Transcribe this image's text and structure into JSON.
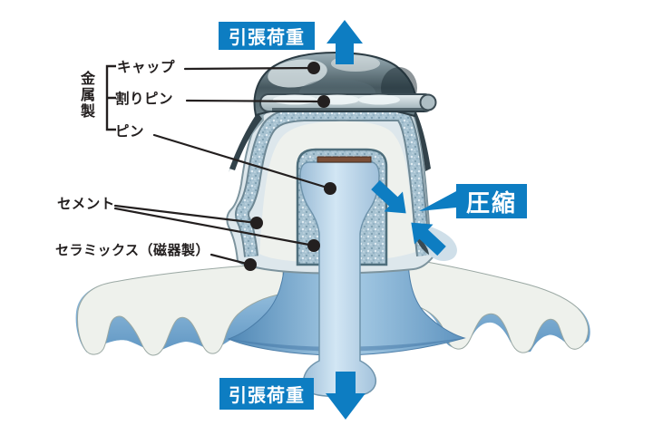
{
  "diagram": {
    "part_labels": {
      "metal_group": "金属製",
      "cap": "キャップ",
      "split_pin": "割りピン",
      "pin": "ピン",
      "cement": "セメント",
      "ceramics": "セラミックス（磁器製）"
    },
    "force_labels": {
      "tensile_top": "引張荷重",
      "tensile_bottom": "引張荷重",
      "compression": "圧縮"
    },
    "colors": {
      "annotation_blue": "#0d7dc2",
      "pointer_black": "#231f1f",
      "ceramic_white": "#eef1ec",
      "glaze_blue": "#7fb0d4",
      "cement_speckle": "#a7c2d1",
      "metal_dark": "#33434b"
    },
    "icons": {
      "top_force": "arrow-up-icon",
      "bottom_force": "arrow-down-icon",
      "compression_upper": "arrow-down-right-icon",
      "compression_lower": "arrow-up-left-icon",
      "compression_pointer": "callout-triangle-icon"
    }
  }
}
